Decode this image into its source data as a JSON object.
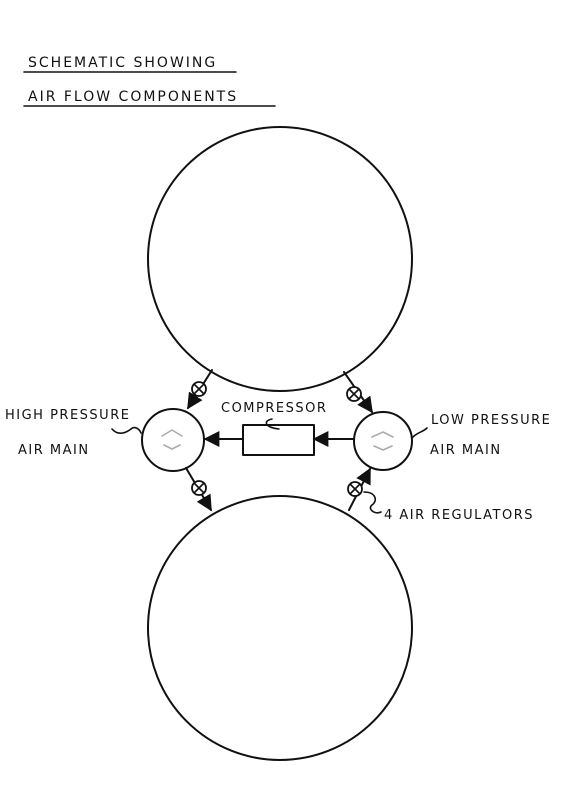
{
  "title": {
    "line1": "SCHEMATIC SHOWING",
    "line2": "AIR FLOW COMPONENTS"
  },
  "labels": {
    "high_pressure_1": "HIGH PRESSURE",
    "high_pressure_2": "AIR MAIN",
    "compressor": "COMPRESSOR",
    "low_pressure_1": "LOW PRESSURE",
    "low_pressure_2": "AIR MAIN",
    "regulators": "4 AIR REGULATORS"
  },
  "icons": {
    "regulator": "valve-x-in-circle-icon"
  }
}
